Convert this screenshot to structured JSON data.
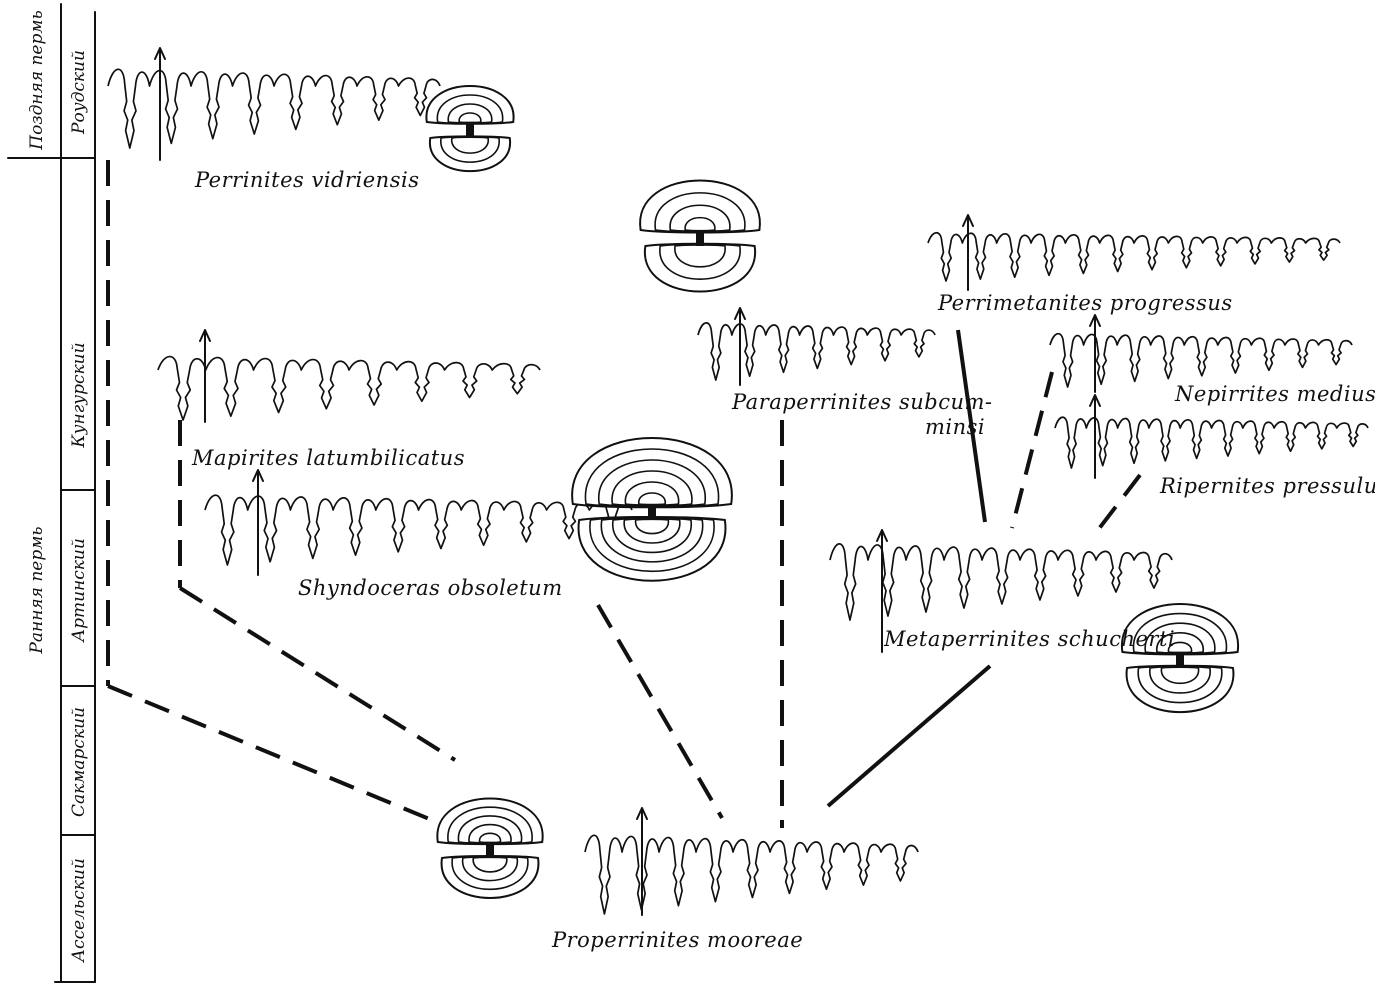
{
  "stratigraphy": {
    "periods": [
      {
        "id": "late",
        "label": "Поздняя пермь"
      },
      {
        "id": "early",
        "label": "Ранняя пермь"
      }
    ],
    "stages": [
      {
        "id": "roud",
        "label": "Роудский"
      },
      {
        "id": "kung",
        "label": "Кунгурский"
      },
      {
        "id": "art",
        "label": "Артинский"
      },
      {
        "id": "sak",
        "label": "Сакмарский"
      },
      {
        "id": "ass",
        "label": "Ассельский"
      }
    ]
  },
  "taxa": {
    "vidriensis": "Perrinites vidriensis",
    "progressus": "Perrimetanites progressus",
    "subcum_1": "Paraperrinites subcum-",
    "subcum_2": "minsi",
    "latumbilicatus": "Mapirites latumbilicatus",
    "medius": "Nepirrites medius,",
    "pressulus": "Ripernites pressulus",
    "obsoletum": "Shyndoceras obsoletum",
    "schucherti": "Metaperrinites schucherti",
    "mooreae": "Properrinites mooreae"
  }
}
